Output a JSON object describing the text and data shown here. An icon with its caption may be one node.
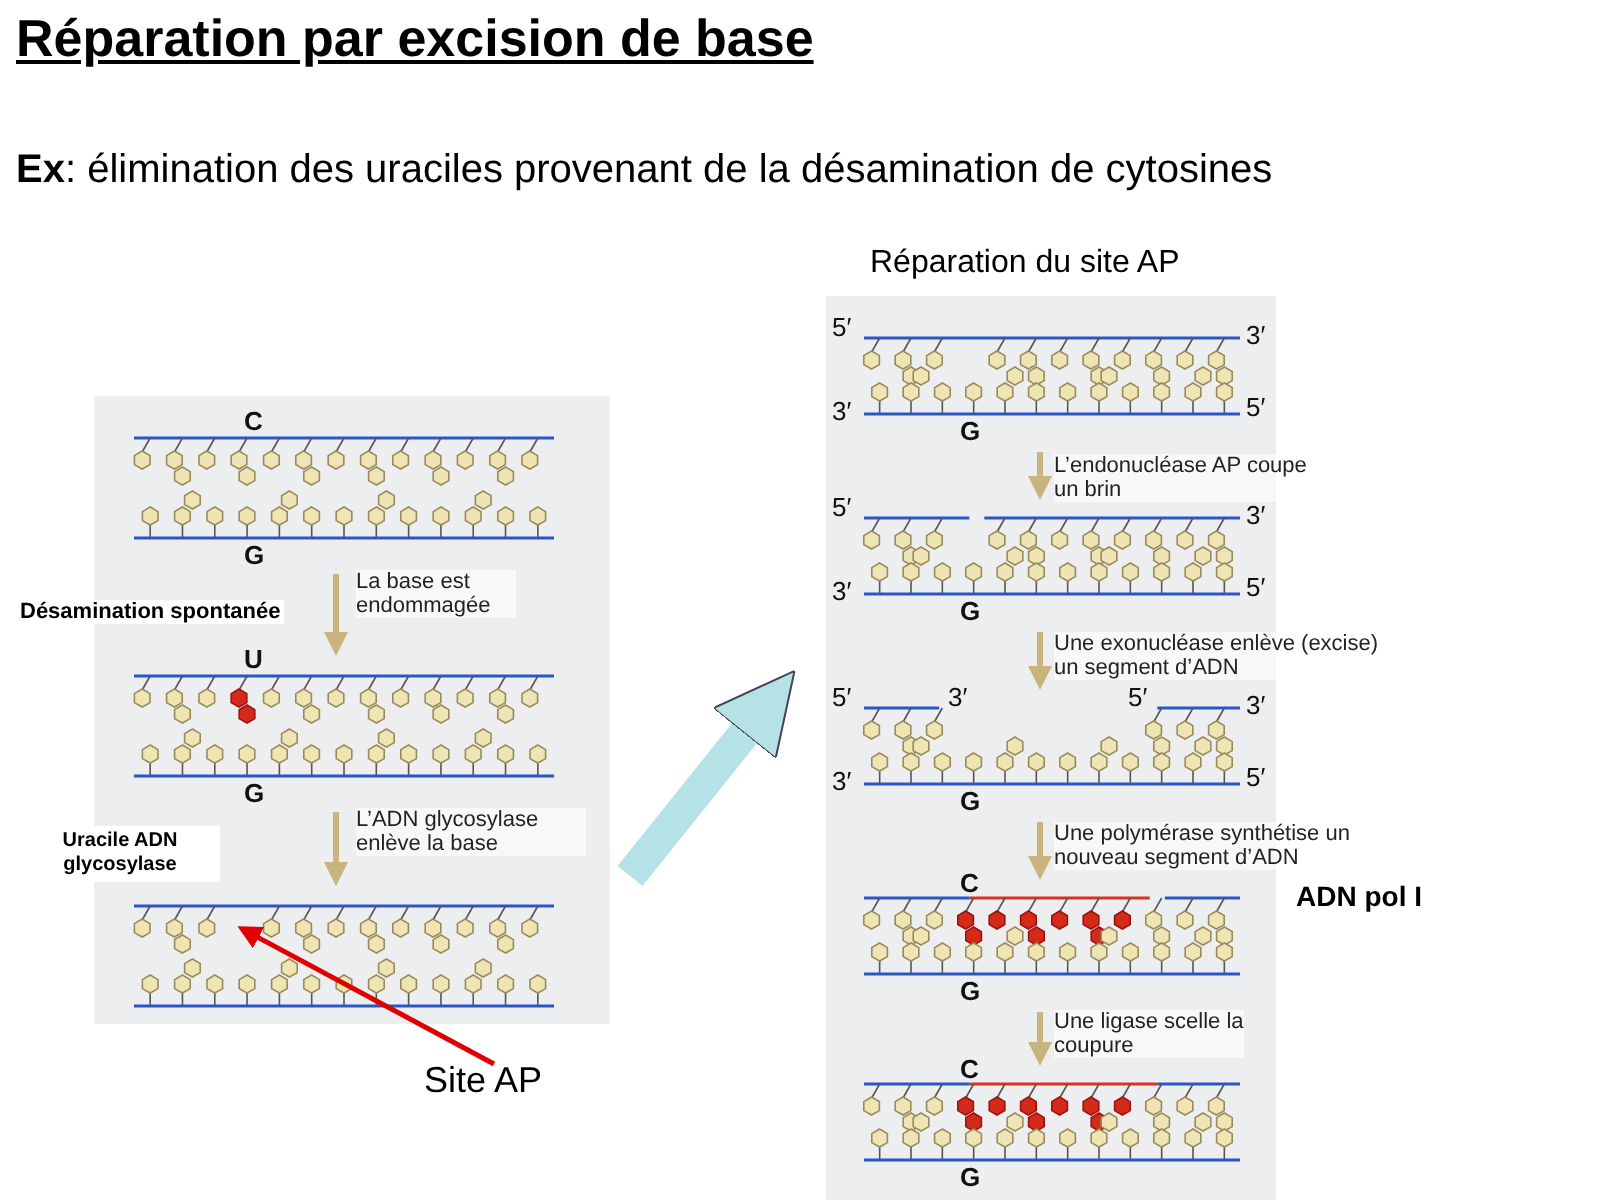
{
  "diagram": {
    "title": "Réparation par excision de base",
    "nodes": [
      {
        "text": [],
        "shape": "box"
      },
      {
        "text": [
          "C",
          "G"
        ],
        "in": 0
      },
      {
        "text": [
          "U",
          "G"
        ],
        "in": 0
      },
      {
        "text": [],
        "shape": "picture",
        "in": 0
      },
      {
        "text": [
          "Site AP"
        ]
      },
      {
        "text": [
          "Réparation du site AP"
        ]
      },
      {
        "text": [
          "5′",
          "3′",
          "3′",
          "5′",
          "G"
        ],
        "in": 5
      },
      {
        "text": [
          "5′",
          "3′",
          "3′",
          "5′",
          "G"
        ],
        "in": 5
      },
      {
        "text": [
          "5′",
          "3′",
          "5′",
          "3′",
          "3′",
          "5′",
          "G"
        ],
        "in": 5
      },
      {
        "text": [
          "C",
          "G"
        ],
        "in": 5
      },
      {
        "text": [
          "C",
          "G"
        ],
        "in": 5
      }
    ],
    "edges": [
      {
        "from": 1,
        "to": 2,
        "arrow": "to",
        "label": "La base est endommagée"
      },
      {
        "from": 2,
        "to": 3,
        "arrow": "to",
        "label": "L’ADN glycosylase enlève la base"
      },
      {
        "from": 4,
        "to": 3,
        "arrow": "to",
        "color": "#e00000"
      },
      {
        "from": 0,
        "to": 5,
        "arrow": "to",
        "style": "thick",
        "color": "#b4e2e6"
      },
      {
        "from": 6,
        "to": 7,
        "arrow": "to",
        "label": "L’endonucléase AP coupe un brin"
      },
      {
        "from": 7,
        "to": 8,
        "arrow": "to",
        "label": "Une exonucléase enlève (excise) un segment d’ADN"
      },
      {
        "from": 8,
        "to": 9,
        "arrow": "to",
        "label": "Une polymérase synthétise un nouveau segment d’ADN"
      },
      {
        "from": 9,
        "to": 10,
        "arrow": "to",
        "label": "Une ligase scelle la coupure"
      }
    ],
    "labels": [
      "**Ex**: élimination des uraciles provenant de la désamination de cytosines",
      "Désamination spontanée",
      "Uracile ADN glycosylase",
      "ADN pol I"
    ]
  }
}
